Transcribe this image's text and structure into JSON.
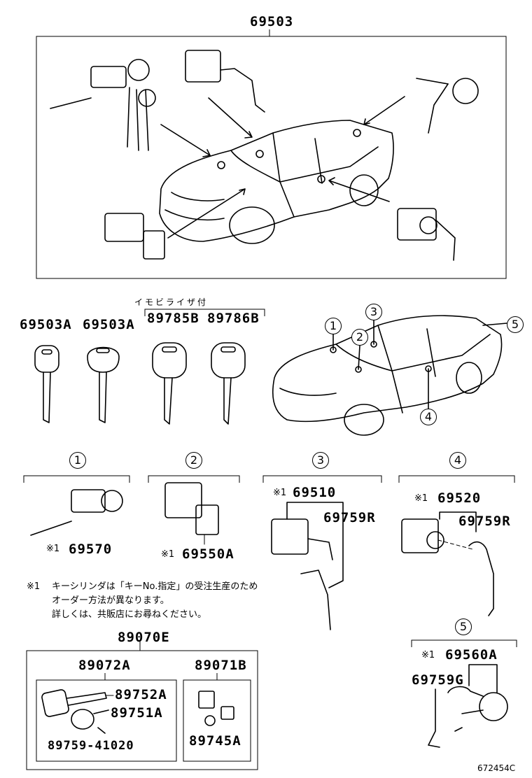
{
  "groups": {
    "g69503": "69503",
    "immobilizer_note": "イモビライザ付",
    "g89070E": "89070E",
    "g89072A": "89072A",
    "g89071B": "89071B"
  },
  "keys": [
    "69503A",
    "69503A",
    "89785B",
    "89786B"
  ],
  "callouts": {
    "c1": "1",
    "c2": "2",
    "c3": "3",
    "c4": "4",
    "c5": "5"
  },
  "sections": {
    "s1": "1",
    "s2": "2",
    "s3": "3",
    "s4": "4",
    "s5": "5"
  },
  "parts": {
    "p69570": "69570",
    "p69550A": "69550A",
    "p69510": "69510",
    "p69759R_a": "69759R",
    "p69520": "69520",
    "p69759R_b": "69759R",
    "p69560A": "69560A",
    "p69759G": "69759G",
    "p89752A": "89752A",
    "p89751A": "89751A",
    "p89759": "89759-41020",
    "p89745A": "89745A"
  },
  "mark": "※1",
  "note": [
    "キーシリンダは「キーNo.指定」の受注生産のため",
    "オーダー方法が異なります。",
    "詳しくは、共販店にお尋ねください。"
  ],
  "figure_id": "672454C"
}
